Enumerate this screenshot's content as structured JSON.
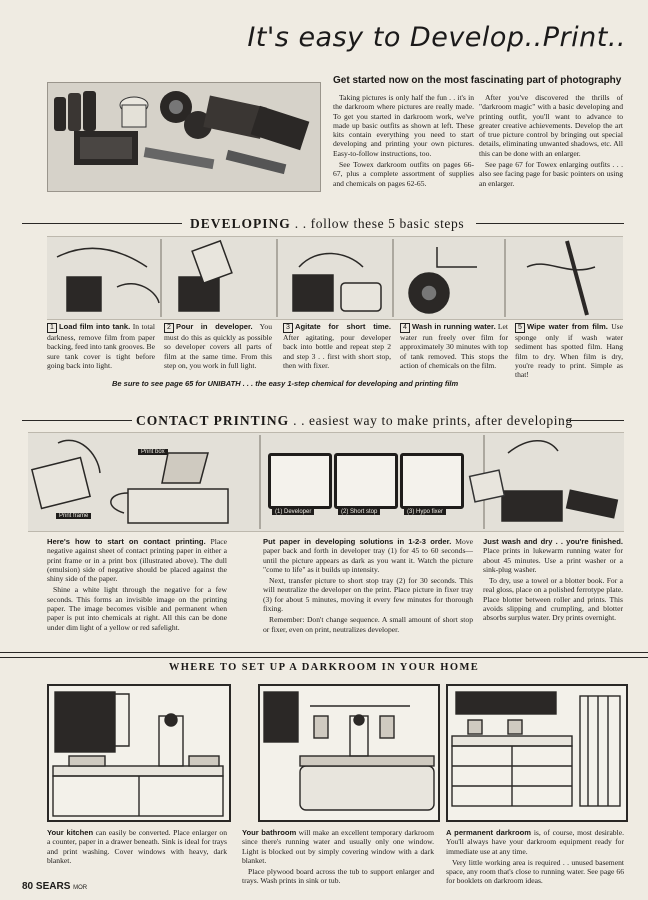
{
  "header": {
    "title": "It's easy to Develop..Print.."
  },
  "intro": {
    "lead": "Get started now on the most fascinating part of photography",
    "col1": [
      "Taking pictures is only half the fun . . it's in the darkroom where pictures are really made. To get you started in darkroom work, we've made up basic outfits as shown at left. These kits contain everything you need to start developing and printing your own pictures. Easy-to-follow instructions, too.",
      "See Towex darkroom outfits on pages 66-67, plus a complete assortment of supplies and chemicals on pages 62-65."
    ],
    "col2": [
      "After you've discovered the thrills of \"darkroom magic\" with a basic developing and printing outfit, you'll want to advance to greater creative achievements. Develop the art of true picture control by bringing out special details, eliminating unwanted shadows, etc. All this can be done with an enlarger.",
      "See page 67 for Towex enlarging outfits . . . also see facing page for basic pointers on using an enlarger."
    ]
  },
  "developing": {
    "heading": "DEVELOPING",
    "subheading": ". . follow these 5 basic steps",
    "steps": [
      {
        "num": "1",
        "title": "Load film into tank.",
        "text": "In total darkness, remove film from paper backing, feed into tank grooves. Be sure tank cover is tight before going back into light."
      },
      {
        "num": "2",
        "title": "Pour in developer.",
        "text": "You must do this as quickly as possible so developer covers all parts of film at the same time. From this step on, you work in full light."
      },
      {
        "num": "3",
        "title": "Agitate for short time.",
        "text": "After agitating, pour developer back into bottle and repeat step 2 and step 3 . . first with short stop, then with fixer."
      },
      {
        "num": "4",
        "title": "Wash in running water.",
        "text": "Let water run freely over film for approximately 30 minutes with top of tank removed. This stops the action of chemicals on the film."
      },
      {
        "num": "5",
        "title": "Wipe water from film.",
        "text": "Use sponge only if wash water sediment has spotted film. Hang film to dry. When film is dry, you're ready to print. Simple as that!"
      }
    ],
    "note": "Be sure to see page 65 for UNIBATH . . . the easy 1-step chemical for developing and printing film"
  },
  "contact": {
    "heading": "CONTACT PRINTING",
    "subheading": ". . easiest way to make prints, after developing",
    "labels": {
      "print_box": "Print box",
      "print_frame": "Print frame",
      "tray1": "(1) Developer",
      "tray2": "(2) Short stop",
      "tray3": "(3) Hypo fixer"
    },
    "col1": {
      "title": "Here's how to start on contact printing.",
      "paras": [
        "Place negative against sheet of contact printing paper in either a print frame or in a print box (illustrated above). The dull (emulsion) side of negative should be placed against the shiny side of the paper.",
        "Shine a white light through the negative for a few seconds. This forms an invisible image on the printing paper. The image becomes visible and permanent when paper is put into chemicals at right. All this can be done under dim light of a yellow or red safelight."
      ]
    },
    "col2": {
      "title": "Put paper in developing solutions in 1-2-3 order.",
      "paras": [
        "Move paper back and forth in developer tray (1) for 45 to 60 seconds—until the picture appears as dark as you want it. Watch the picture \"come to life\" as it builds up intensity.",
        "Next, transfer picture to short stop tray (2) for 30 seconds. This will neutralize the developer on the print. Place picture in fixer tray (3) for about 5 minutes, moving it every few minutes for thorough fixing.",
        "Remember: Don't change sequence. A small amount of short stop or fixer, even on print, neutralizes developer."
      ]
    },
    "col3": {
      "title": "Just wash and dry . . you're finished.",
      "paras": [
        "Place prints in lukewarm running water for about 45 minutes. Use a print washer or a sink-plug washer.",
        "To dry, use a towel or a blotter book. For a real gloss, place on a polished ferrotype plate. Place blotter between roller and prints. This avoids slipping and crumpling, and blotter absorbs surplus water. Dry prints overnight."
      ]
    }
  },
  "darkroom": {
    "heading": "WHERE TO SET UP A DARKROOM IN YOUR HOME",
    "col1": {
      "title": "Your kitchen",
      "paras": [
        "can easily be converted. Place enlarger on a counter, paper in a drawer beneath. Sink is ideal for trays and print washing. Cover windows with heavy, dark blanket."
      ]
    },
    "col2": {
      "title": "Your bathroom",
      "paras": [
        "will make an excellent temporary darkroom since there's running water and usually only one window. Light is blocked out by simply covering window with a dark blanket.",
        "Place plywood board across the tub to support enlarger and trays. Wash prints in sink or tub."
      ]
    },
    "col3": {
      "title": "A permanent darkroom",
      "paras": [
        "is, of course, most desirable. You'll always have your darkroom equipment ready for immediate use at any time.",
        "Very little working area is required . . unused basement space, any room that's close to running water. See page 66 for booklets on darkroom ideas."
      ]
    }
  },
  "footer": {
    "page": "80",
    "brand": "SEARS",
    "code": "MOR"
  }
}
